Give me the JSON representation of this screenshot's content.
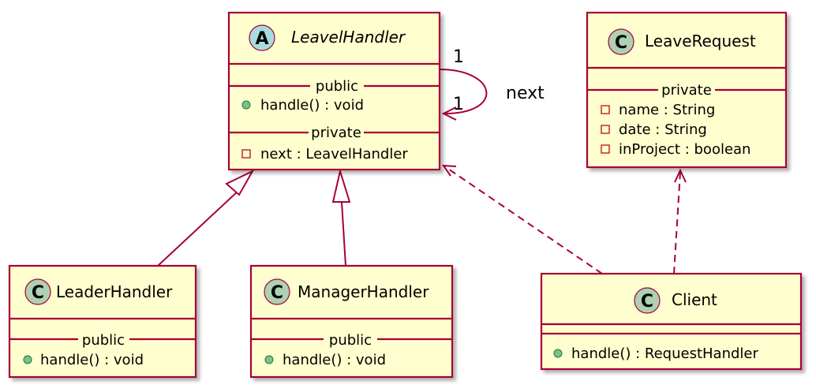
{
  "diagram": {
    "colors": {
      "class_fill": "#FEFECE",
      "border": "#A80036",
      "class_badge": "#ADD1B2",
      "abstract_badge": "#A9DCDF",
      "public_marker": "#84BE84",
      "private_marker": "#C82930"
    },
    "classes": {
      "leavel_handler": {
        "badge": "A",
        "name": "LeavelHandler",
        "sections": {
          "public": "public",
          "private": "private"
        },
        "public_members": [
          "handle() : void"
        ],
        "private_members": [
          "next : LeavelHandler"
        ]
      },
      "leave_request": {
        "badge": "C",
        "name": "LeaveRequest",
        "sections": {
          "private": "private"
        },
        "private_members": [
          "name : String",
          "date : String",
          "inProject : boolean"
        ]
      },
      "leader_handler": {
        "badge": "C",
        "name": "LeaderHandler",
        "sections": {
          "public": "public"
        },
        "public_members": [
          "handle() : void"
        ]
      },
      "manager_handler": {
        "badge": "C",
        "name": "ManagerHandler",
        "sections": {
          "public": "public"
        },
        "public_members": [
          "handle() : void"
        ]
      },
      "client": {
        "badge": "C",
        "name": "Client",
        "public_members": [
          "handle() : RequestHandler"
        ]
      }
    },
    "relations": {
      "self_association": {
        "label": "next",
        "source_multiplicity": "1",
        "target_multiplicity": "1"
      },
      "leader_inherits": "LeaderHandler extends LeavelHandler",
      "manager_inherits": "ManagerHandler extends LeavelHandler",
      "client_uses_handler": "Client depends on LeavelHandler",
      "client_uses_request": "Client depends on LeaveRequest"
    }
  }
}
